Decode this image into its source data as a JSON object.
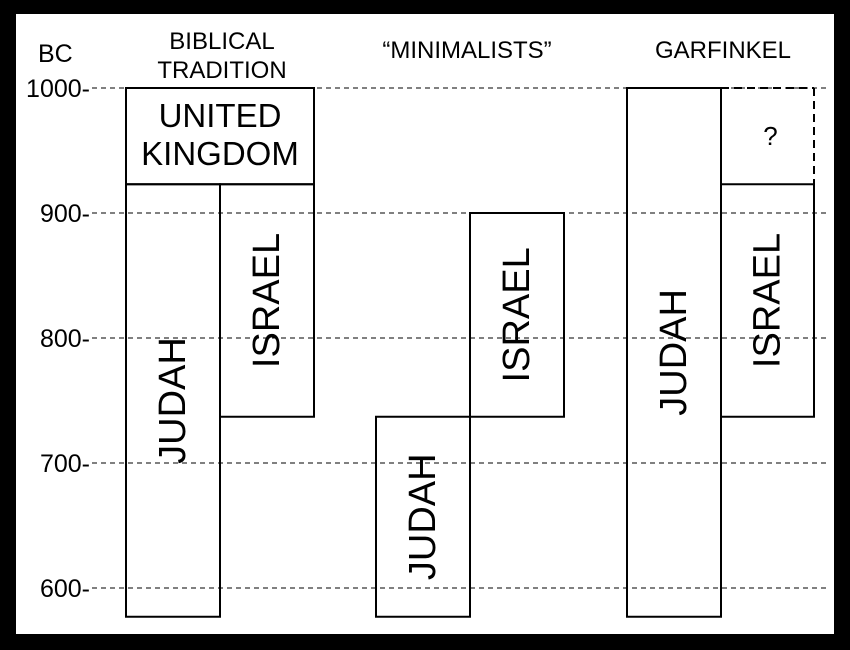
{
  "axis": {
    "unit_label": "BC",
    "ticks": [
      {
        "label": "1000",
        "value": 1000
      },
      {
        "label": "900",
        "value": 900
      },
      {
        "label": "800",
        "value": 800
      },
      {
        "label": "700",
        "value": 700
      },
      {
        "label": "600",
        "value": 600
      }
    ]
  },
  "columns": [
    {
      "id": "biblical",
      "title_lines": [
        "BIBLICAL",
        "TRADITION"
      ]
    },
    {
      "id": "minimalists",
      "title_lines": [
        "“MINIMALISTS”"
      ]
    },
    {
      "id": "garfinkel",
      "title_lines": [
        "GARFINKEL"
      ]
    }
  ],
  "blocks": [
    {
      "id": "biblical-united-kingdom",
      "column": "biblical",
      "lane": "both",
      "label_lines": [
        "UNITED",
        "KINGDOM"
      ],
      "from": 1000,
      "to": 923,
      "style": "solid"
    },
    {
      "id": "biblical-judah",
      "column": "biblical",
      "lane": "left",
      "label_lines": [
        "JUDAH"
      ],
      "from": 923,
      "to": 577,
      "style": "solid"
    },
    {
      "id": "biblical-israel",
      "column": "biblical",
      "lane": "right",
      "label_lines": [
        "ISRAEL"
      ],
      "from": 923,
      "to": 737,
      "style": "solid"
    },
    {
      "id": "minimalists-judah",
      "column": "minimalists",
      "lane": "left",
      "label_lines": [
        "JUDAH"
      ],
      "from": 737,
      "to": 577,
      "style": "solid"
    },
    {
      "id": "minimalists-israel",
      "column": "minimalists",
      "lane": "right",
      "label_lines": [
        "ISRAEL"
      ],
      "from": 900,
      "to": 737,
      "style": "solid"
    },
    {
      "id": "garfinkel-judah",
      "column": "garfinkel",
      "lane": "left",
      "label_lines": [
        "JUDAH"
      ],
      "from": 1000,
      "to": 577,
      "style": "solid"
    },
    {
      "id": "garfinkel-unknown",
      "column": "garfinkel",
      "lane": "right",
      "label_lines": [
        "?"
      ],
      "from": 1000,
      "to": 923,
      "style": "dashed"
    },
    {
      "id": "garfinkel-israel",
      "column": "garfinkel",
      "lane": "right",
      "label_lines": [
        "ISRAEL"
      ],
      "from": 923,
      "to": 737,
      "style": "solid"
    }
  ],
  "colors": {
    "frame": "#000000",
    "panel": "#ffffff",
    "ink": "#000000"
  }
}
